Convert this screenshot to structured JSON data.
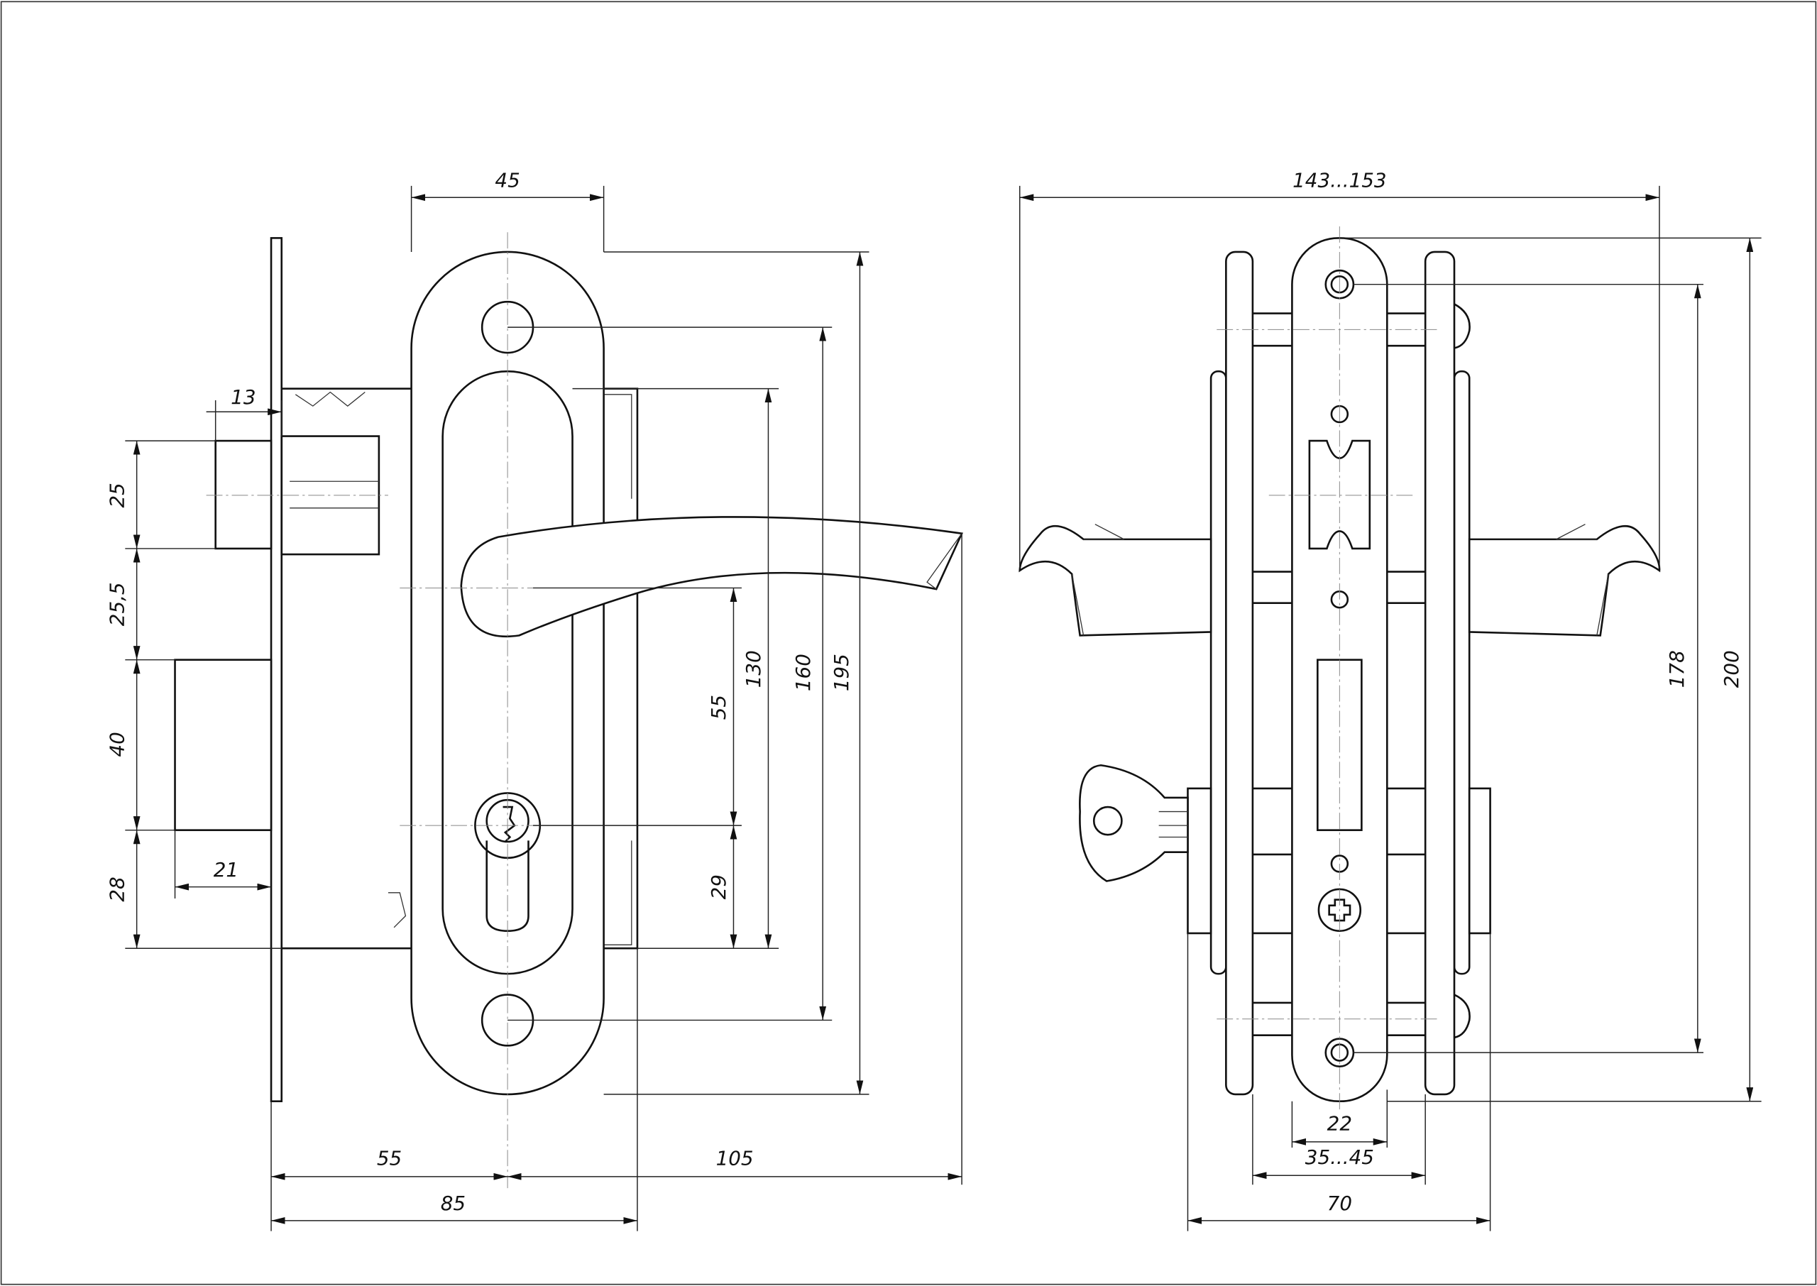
{
  "drawing": {
    "title": "Mortise lock with lever handles - dimensional drawing",
    "left_view": {
      "dims": {
        "width_45": "45",
        "latch_13": "13",
        "latch_25": "25",
        "gap_25_5": "25,5",
        "bolt_40": "40",
        "bottom_28": "28",
        "bolt_21": "21",
        "handle_to_cyl_55": "55",
        "cyl_29": "29",
        "body_130": "130",
        "holes_160": "160",
        "plate_195": "195",
        "backset_55": "55",
        "lever_105": "105",
        "body_85": "85"
      }
    },
    "right_view": {
      "dims": {
        "overall_143_153": "143...153",
        "holes_178": "178",
        "plate_200": "200",
        "faceplate_22": "22",
        "door_35_45": "35...45",
        "overall_70": "70"
      }
    }
  }
}
